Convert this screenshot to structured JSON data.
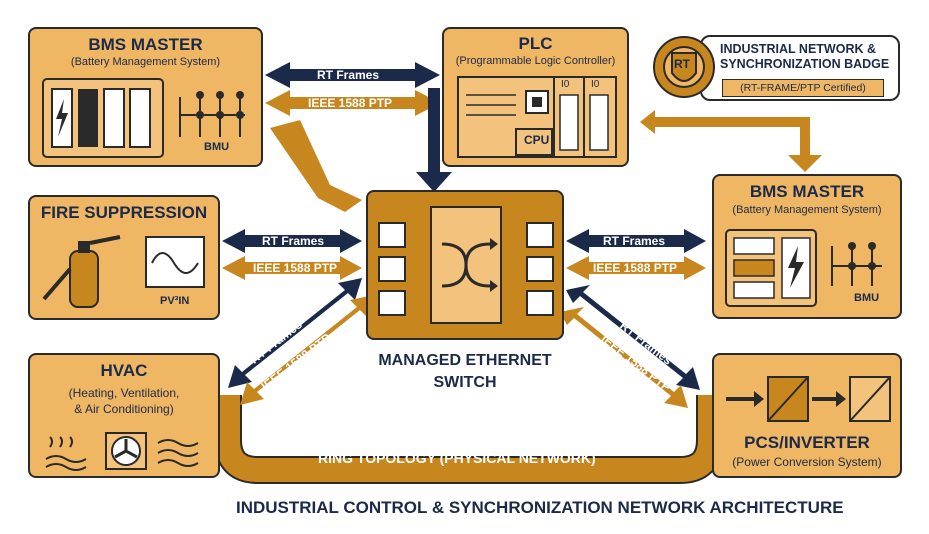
{
  "bms_master_top": {
    "title": "BMS MASTER",
    "subtitle": "(Battery Management System)",
    "bmu_label": "BMU"
  },
  "plc": {
    "title": "PLC",
    "subtitle": "(Programmable Logic Controller)",
    "cpu_label": "CPU",
    "io1": "I0",
    "io2": "I0"
  },
  "badge": {
    "title_line1": "INDUSTRIAL NETWORK &",
    "title_line2": "SYNCHRONIZATION BADGE",
    "subtitle": "(RT-FRAME/PTP Certified)",
    "emblem": "RT"
  },
  "bms_master_right": {
    "title": "BMS MASTER",
    "subtitle": "(Battery Management System)",
    "bmu_label": "BMU"
  },
  "fire": {
    "title": "FIRE SUPPRESSION",
    "pv_label": "PV³IN"
  },
  "hvac": {
    "title": "HVAC",
    "sub1": "(Heating, Ventilation,",
    "sub2": "& Air Conditioning)"
  },
  "pcs": {
    "title": "PCS/INVERTER",
    "subtitle": "(Power Conversion System)"
  },
  "switch": {
    "line1": "MANAGED ETHERNET",
    "line2": "SWITCH"
  },
  "links": {
    "rt": "RT Frames",
    "ptp": "IEEE 1588 PTP"
  },
  "ring": "RING TOPOLOGY (PHYSICAL NETWORK)",
  "footer": "INDUSTRIAL CONTROL & SYNCHRONIZATION NETWORK ARCHITECTURE",
  "colors": {
    "navy": "#1b2a4a",
    "gold": "#c8861f",
    "panel": "#efb763"
  }
}
